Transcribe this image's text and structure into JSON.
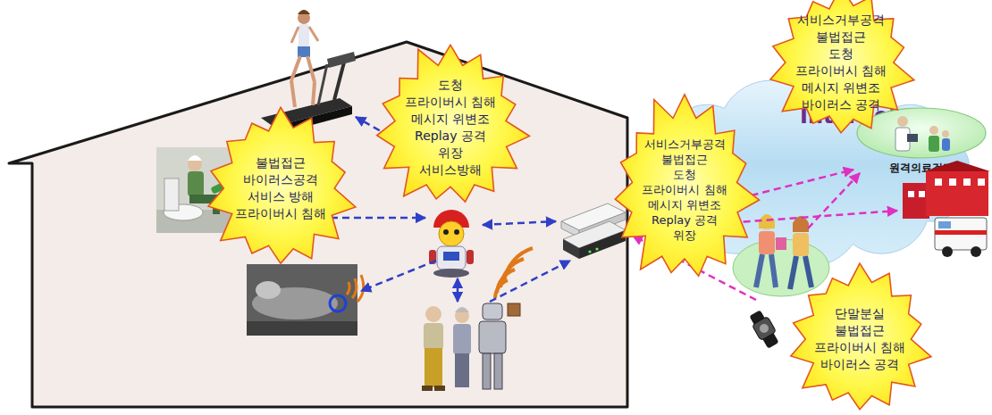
{
  "diagram": {
    "nodes": [
      {
        "text": [
          "불법접근",
          "바이러스공격",
          "서비스 방해",
          "프라이버시 침해"
        ]
      },
      {
        "text": [
          "도청",
          "프라이버시 침해",
          "메시지 위변조",
          "Replay 공격",
          "위장",
          "서비스방해"
        ]
      },
      {
        "text": [
          "서비스거부공격",
          "불법접근",
          "도청",
          "프라이버시 침해",
          "메시지 위변조",
          "Replay 공격",
          "위장"
        ]
      },
      {
        "text": [
          "Internet"
        ]
      },
      {
        "text": [
          "서비스거부공격",
          "불법접근",
          "도청",
          "프라이버시 침해",
          "메시지 위변조",
          "바이러스 공격"
        ]
      },
      {
        "text": [
          "원격의료검진"
        ]
      },
      {
        "text": [
          "단말분실",
          "불법접근",
          "프라이버시 침해",
          "바이러스 공격"
        ]
      }
    ]
  }
}
